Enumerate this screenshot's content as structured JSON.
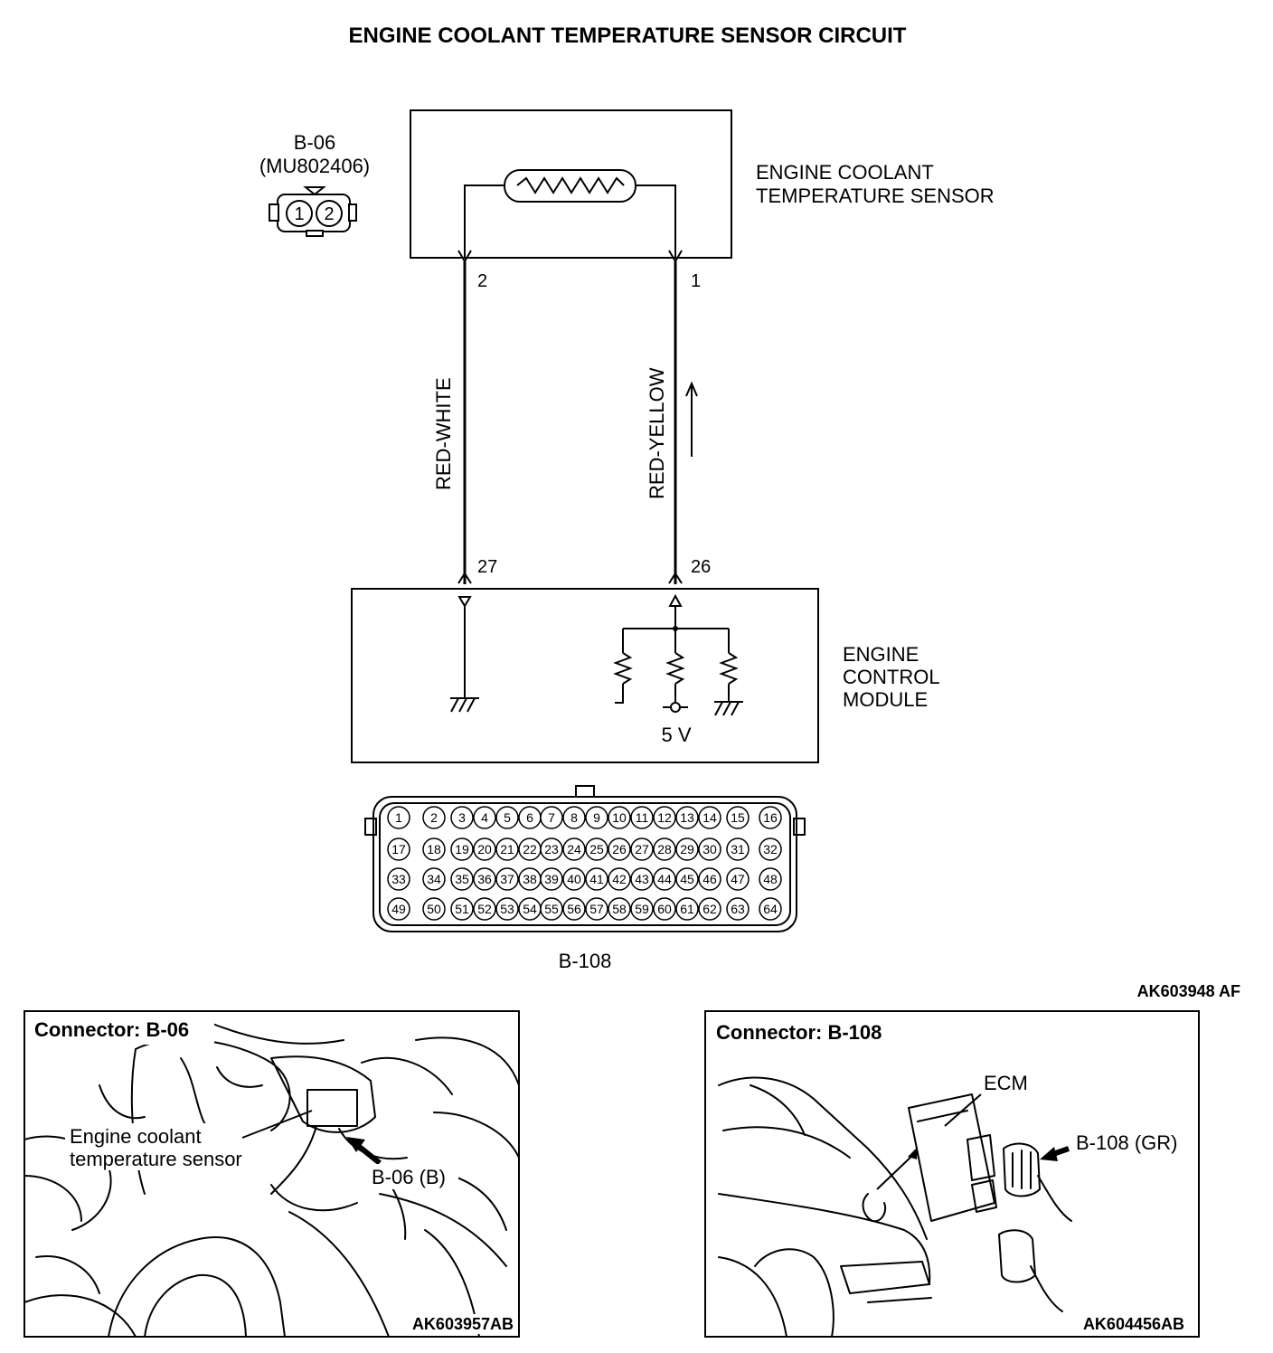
{
  "title": "ENGINE COOLANT TEMPERATURE SENSOR CIRCUIT",
  "sensor": {
    "connector_id": "B-06",
    "part_number": "(MU802406)",
    "label_line1": "ENGINE COOLANT",
    "label_line2": "TEMPERATURE SENSOR",
    "pins": [
      "1",
      "2"
    ],
    "terminal_left": "2",
    "terminal_right": "1"
  },
  "wires": {
    "left": "RED-WHITE",
    "right": "RED-YELLOW"
  },
  "ecm": {
    "label_line1": "ENGINE",
    "label_line2": "CONTROL",
    "label_line3": "MODULE",
    "terminal_left": "27",
    "terminal_right": "26",
    "voltage": "5 V",
    "connector_id": "B-108",
    "pins": [
      [
        "1",
        "2",
        "3",
        "4",
        "5",
        "6",
        "7",
        "8",
        "9",
        "10",
        "11",
        "12",
        "13",
        "14",
        "15",
        "16"
      ],
      [
        "17",
        "18",
        "19",
        "20",
        "21",
        "22",
        "23",
        "24",
        "25",
        "26",
        "27",
        "28",
        "29",
        "30",
        "31",
        "32"
      ],
      [
        "33",
        "34",
        "35",
        "36",
        "37",
        "38",
        "39",
        "40",
        "41",
        "42",
        "43",
        "44",
        "45",
        "46",
        "47",
        "48"
      ],
      [
        "49",
        "50",
        "51",
        "52",
        "53",
        "54",
        "55",
        "56",
        "57",
        "58",
        "59",
        "60",
        "61",
        "62",
        "63",
        "64"
      ]
    ]
  },
  "figure_code": "AK603948 AF",
  "panel_left": {
    "title": "Connector: B-06",
    "callout_line1": "Engine coolant",
    "callout_line2": "temperature sensor",
    "connector_callout": "B-06 (B)",
    "code": "AK603957AB"
  },
  "panel_right": {
    "title": "Connector: B-108",
    "ecm_callout": "ECM",
    "connector_callout": "B-108 (GR)",
    "code": "AK604456AB"
  }
}
